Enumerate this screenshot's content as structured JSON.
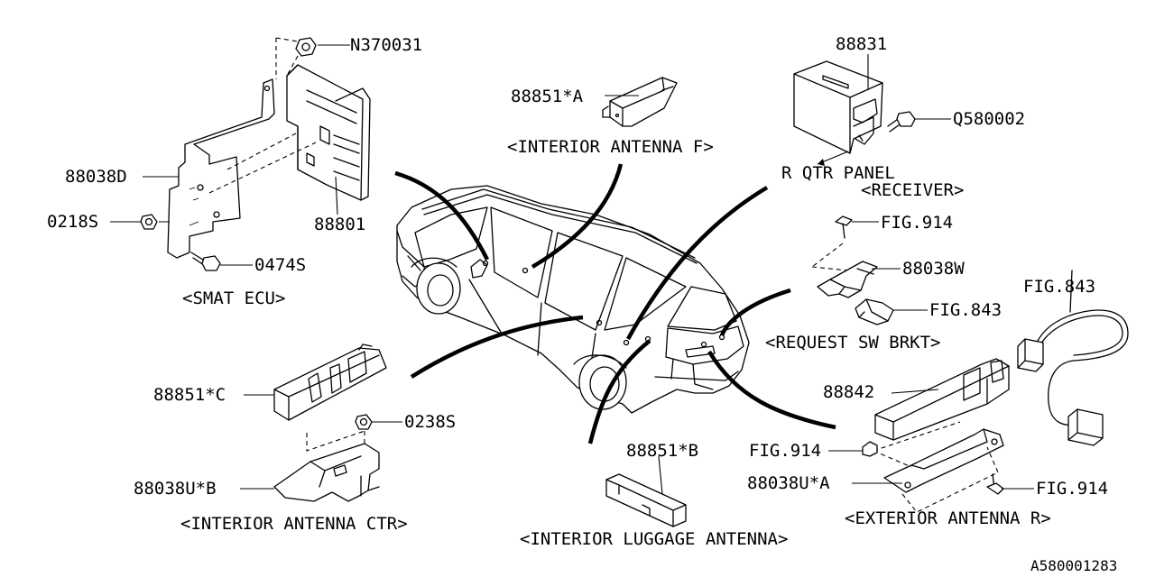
{
  "diagram": {
    "part_labels": {
      "n370031": "N370031",
      "p88038d": "88038D",
      "p0218s": "0218S",
      "p88801": "88801",
      "p0474s": "0474S",
      "p88851a": "88851*A",
      "p88831": "88831",
      "q580002": "Q580002",
      "r_qtr_panel": "R QTR PANEL",
      "fig914_top": "FIG.914",
      "p88038w": "88038W",
      "fig843_brkt": "FIG.843",
      "fig843_harness": "FIG.843",
      "p88851c": "88851*C",
      "p0238s": "0238S",
      "p88038ub": "88038U*B",
      "p88851b": "88851*B",
      "p88842": "88842",
      "fig914_mid": "FIG.914",
      "p88038ua": "88038U*A",
      "fig914_right": "FIG.914"
    },
    "group_labels": {
      "smat_ecu": "<SMAT ECU>",
      "interior_antenna_f": "<INTERIOR ANTENNA F>",
      "receiver": "<RECEIVER>",
      "request_sw_brkt": "<REQUEST SW BRKT>",
      "interior_antenna_ctr": "<INTERIOR ANTENNA CTR>",
      "interior_luggage_antenna": "<INTERIOR LUGGAGE ANTENNA>",
      "exterior_antenna_r": "<EXTERIOR ANTENNA R>"
    },
    "drawing_number": "A580001283"
  }
}
